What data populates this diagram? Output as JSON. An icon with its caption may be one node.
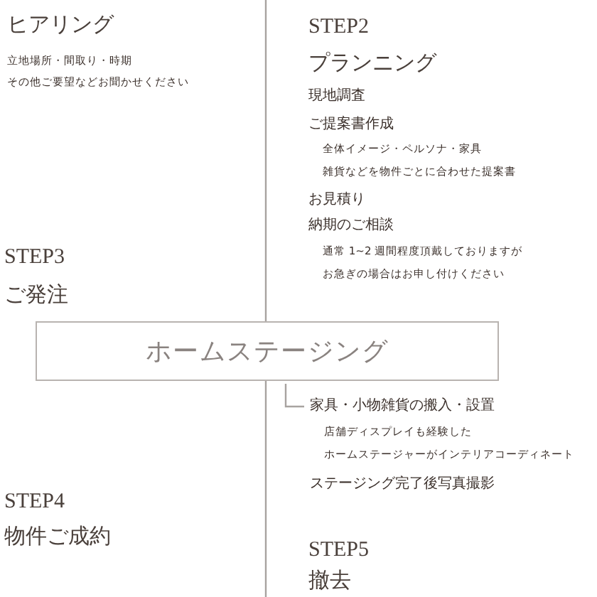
{
  "diagram": {
    "nodes": [
      {
        "text": [
          "ホームステージング"
        ]
      }
    ],
    "edges": [],
    "labels": [
      "ヒアリング",
      "立地場所・間取り・時期",
      "その他ご要望などお聞かせください",
      "STEP2",
      "プランニング",
      "現地調査",
      "ご提案書作成",
      "全体イメージ・ペルソナ・家具",
      "雑貨などを物件ごとに合わせた提案書",
      "お見積り",
      "納期のご相談",
      "通常 1~2 週間程度頂戴しておりますが",
      "お急ぎの場合はお申し付けください",
      "STEP3",
      "ご発注",
      "家具・小物雑貨の搬入・設置",
      "店舗ディスプレイも経験した",
      "ホームステージャーがインテリアコーディネート",
      "ステージング完了後写真撮影",
      "STEP4",
      "物件ご成約",
      "STEP5",
      "撤去"
    ]
  }
}
